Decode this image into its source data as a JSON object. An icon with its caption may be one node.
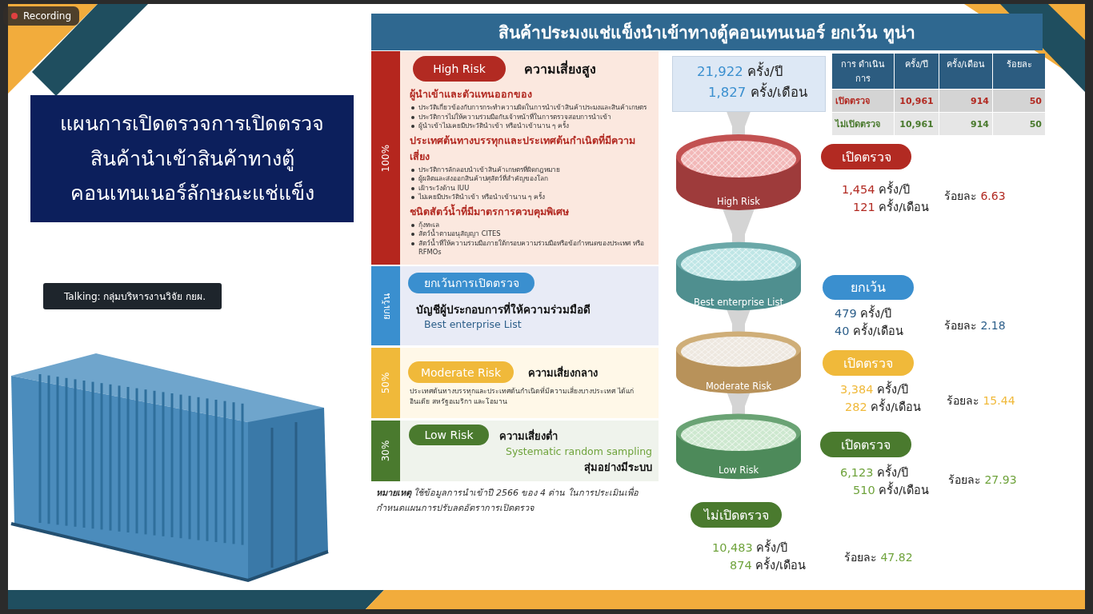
{
  "diagram": {
    "title": "สินค้าประมงแช่แข็งนำเข้าทางตู้คอนเทนเนอร์ ยกเว้น ทูน่า",
    "nodes": [
      {
        "text": [
          "แผนการเปิดตรวจการเปิดตรวจสินค้านำเข้าสินค้าทางตู้คอนเทนเนอร์ลักษณะแช่แข็ง"
        ]
      },
      {
        "text": [
          "100%",
          "ความเสี่ยงสูง",
          "ผู้นำเข้าและตัวแทนออกของ",
          "ประวัติเกี่ยวข้องกับการกระทำความผิดในการนำเข้าสินค้าประมงและสินค้าเกษตร",
          "ประวัติการไม่ให้ความร่วมมือกับเจ้าหน้าที่ในการตรวจสอบการนำเข้า",
          "ผู้นำเข้าไม่เคยมีประวัตินำเข้า หรือนำเข้านาน ๆ ครั้ง",
          "ประเทศต้นทางบรรทุกและประเทศต้นกำเนิดที่มีความเสี่ยง",
          "ประวัติการลักลอบนำเข้าสินค้าเกษตรที่ผิดกฎหมาย",
          "ผู้ผลิตและส่งออกสินค้าปศุสัตว์ที่สำคัญของโลก",
          "เฝ้าระวังด้าน IUU",
          "ไม่เคยมีประวัตินำเข้า หรือนำเข้านาน ๆ ครั้ง",
          "ชนิดสัตว์น้ำที่มีมาตรการควบคุมพิเศษ",
          "กุ้งทะเล",
          "สัตว์น้ำตามอนุสัญญา CITES",
          "สัตว์น้ำที่ให้ความร่วมมือภายใต้กรอบความร่วมมือหรือข้อกำหนดของประเทศ หรือ RFMOs"
        ]
      },
      {
        "text": [
          "High Risk"
        ],
        "in": 1
      },
      {
        "text": [
          "ยกเว้น",
          "บัญชีผู้ประกอบการที่ให้ความร่วมมือดี",
          "Best enterprise List"
        ]
      },
      {
        "text": [
          "ยกเว้นการเปิดตรวจ"
        ],
        "in": 3
      },
      {
        "text": [
          "50%",
          "ความเสี่ยงกลาง",
          "ประเทศต้นทางบรรทุกและประเทศต้นกำเนิดที่มีความเสี่ยงบางประเทศ ได้แก่ อินเดีย สหรัฐอเมริกา และโอมาน"
        ]
      },
      {
        "text": [
          "Moderate Risk"
        ],
        "in": 5
      },
      {
        "text": [
          "30%",
          "ความเสี่ยงต่ำ",
          "Systematic random sampling",
          "สุ่มอย่างมีระบบ"
        ]
      },
      {
        "text": [
          "Low Risk"
        ],
        "in": 7
      },
      {
        "text": [
          "21,922",
          "ครั้ง/ปี",
          "1,827",
          "ครั้ง/เดือน"
        ]
      },
      {
        "text": [
          "High Risk"
        ]
      },
      {
        "text": [
          "Best enterprise List"
        ]
      },
      {
        "text": [
          "Moderate Risk"
        ]
      },
      {
        "text": [
          "Low Risk"
        ]
      },
      {
        "text": [
          "เปิดตรวจ"
        ],
        "beside": [
          "1,454",
          "ครั้ง/ปี",
          "121",
          "ครั้ง/เดือน",
          "ร้อยละ",
          "6.63"
        ]
      },
      {
        "text": [
          "ยกเว้น"
        ],
        "beside": [
          "479",
          "ครั้ง/ปี",
          "40",
          "ครั้ง/เดือน",
          "ร้อยละ",
          "2.18"
        ]
      },
      {
        "text": [
          "เปิดตรวจ"
        ],
        "beside": [
          "3,384",
          "ครั้ง/ปี",
          "282",
          "ครั้ง/เดือน",
          "ร้อยละ",
          "15.44"
        ]
      },
      {
        "text": [
          "เปิดตรวจ"
        ],
        "beside": [
          "6,123",
          "ครั้ง/ปี",
          "510",
          "ครั้ง/เดือน",
          "ร้อยละ",
          "27.93"
        ]
      },
      {
        "text": [
          "ไม่เปิดตรวจ"
        ],
        "beside": [
          "10,483",
          "ครั้ง/ปี",
          "874",
          "ครั้ง/เดือน",
          "ร้อยละ",
          "47.82"
        ]
      }
    ],
    "edges": [
      {
        "from": 9,
        "to": 10,
        "arrow": "to"
      },
      {
        "from": 10,
        "to": 11,
        "arrow": "to"
      },
      {
        "from": 11,
        "to": 12,
        "arrow": "to"
      },
      {
        "from": 12,
        "to": 13,
        "arrow": "to"
      }
    ],
    "labels": [
      "Recording",
      "Talking: กลุ่มบริหารงานวิจัย กยผ.",
      "การ ดำเนินการ",
      "ครั้ง/ปี",
      "ครั้ง/เดือน",
      "ร้อยละ",
      "เปิดตรวจ",
      "10,961",
      "914",
      "50",
      "ไม่เปิดตรวจ",
      "10,961",
      "914",
      "50",
      "**หมายเหตุ** ใช้ข้อมูลการนำเข้าปี 2566 ของ 4 ด่าน ในการประเมินเพื่อกำหนดแผนการปรับลดอัตราการเปิดตรวจ"
    ]
  }
}
